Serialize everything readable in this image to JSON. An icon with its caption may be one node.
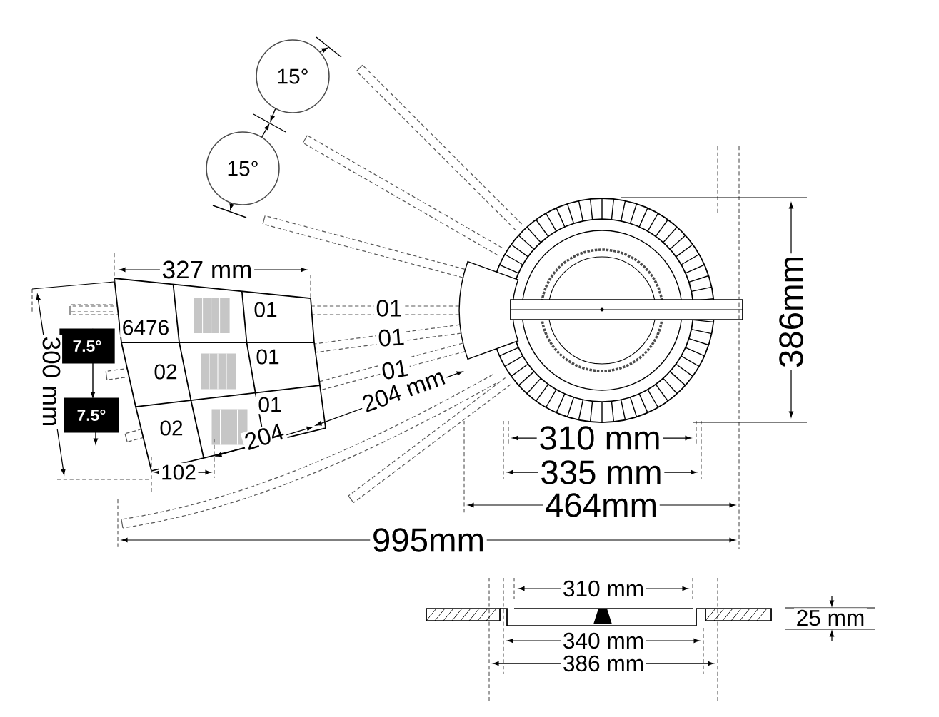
{
  "diagram": {
    "nodes": [
      {
        "text": [
          "15°"
        ]
      },
      {
        "text": [
          "15°"
        ]
      },
      {
        "text": [
          "7.5°"
        ]
      },
      {
        "text": [
          "7.5°"
        ]
      }
    ],
    "labels": [
      "327 mm",
      "300 mm",
      "6476",
      "01",
      "02",
      "01",
      "02",
      "01",
      "01",
      "01",
      "01",
      "204 mm",
      "204",
      "102",
      "386mm",
      "310 mm",
      "335 mm",
      "464mm",
      "995mm",
      "310 mm",
      "340 mm",
      "386 mm",
      "25 mm"
    ]
  }
}
